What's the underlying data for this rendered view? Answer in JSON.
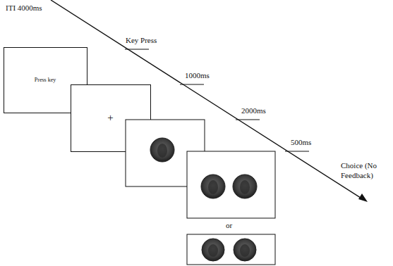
{
  "diagram": {
    "nodes": [
      {
        "text": [
          "Press key"
        ]
      },
      {
        "text": [
          "+"
        ]
      }
    ],
    "labels": [
      "ITI 4000ms",
      "Key Press",
      "1000ms",
      "2000ms",
      "500ms",
      "Choice (No Feedback)",
      "or"
    ]
  }
}
